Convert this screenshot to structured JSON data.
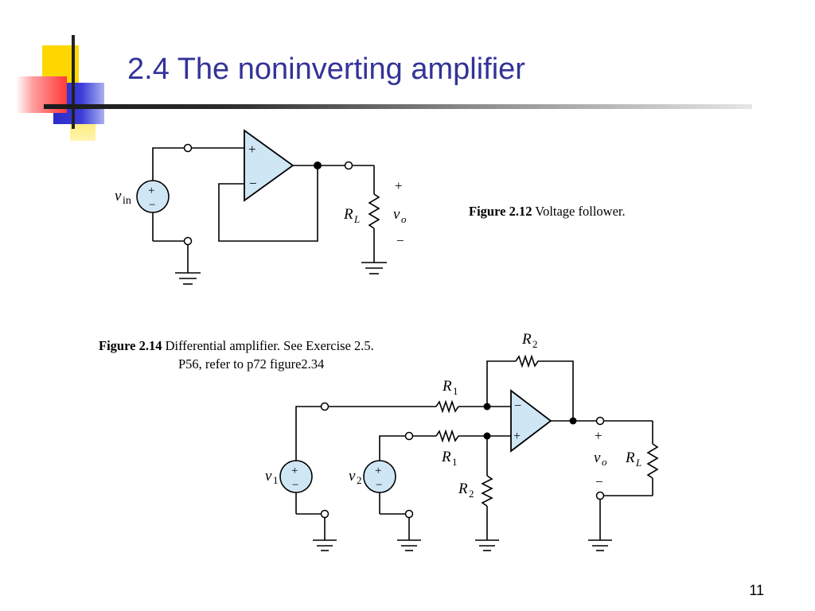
{
  "slide": {
    "title": "2.4 The noninverting amplifier",
    "page_number": "11"
  },
  "figure_2_12": {
    "caption_label": "Figure 2.12",
    "caption_text": "Voltage follower.",
    "labels": {
      "source_v": "v",
      "source_sub": "in",
      "load_r": "R",
      "load_sub": "L",
      "out_v": "v",
      "out_sub": "o",
      "plus": "+",
      "minus": "−",
      "opamp_plus": "+",
      "opamp_minus": "−",
      "src_plus": "+",
      "src_minus": "−"
    }
  },
  "figure_2_14": {
    "caption_label": "Figure 2.14",
    "caption_text": "Differential amplifier.  See Exercise 2.5.",
    "caption_line2": "P56, refer to p72 figure2.34",
    "labels": {
      "r2_top": "R",
      "r2_top_sub": "2",
      "r1_top": "R",
      "r1_top_sub": "1",
      "r1_bot": "R",
      "r1_bot_sub": "1",
      "r2_bot": "R",
      "r2_bot_sub": "2",
      "v1": "v",
      "v1_sub": "1",
      "v2": "v",
      "v2_sub": "2",
      "vo": "v",
      "vo_sub": "o",
      "rl": "R",
      "rl_sub": "L",
      "plus": "+",
      "minus": "−",
      "opamp_plus": "+",
      "opamp_minus": "−",
      "src_plus": "+",
      "src_minus": "−"
    }
  },
  "colors": {
    "title": "#333399",
    "opamp_fill": "#cfe6f5",
    "deco_yellow": "#ffd700",
    "deco_red": "#ff3333",
    "deco_blue": "#3333cc"
  }
}
